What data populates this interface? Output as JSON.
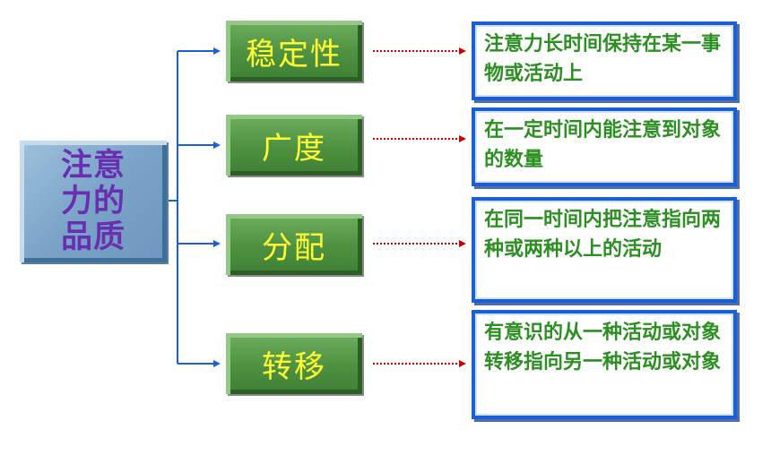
{
  "root": {
    "label": "注意力的品质"
  },
  "nodes": [
    {
      "label": "稳定性",
      "description": "注意力长时间保持在某一事物或活动上"
    },
    {
      "label": "广度",
      "description": "在一定时间内能注意到对象的数量"
    },
    {
      "label": "分配",
      "description": "在同一时间内把注意指向两种或两种以上的活动"
    },
    {
      "label": "转移",
      "description": "有意识的从一种活动或对象转移指向另一种活动或对象"
    }
  ],
  "colors": {
    "root_text": "#6a2fb0",
    "node_text": "#ffff33",
    "description_text": "#2b8f21",
    "connector": "#1a5fd6",
    "dotted_arrow": "#cc0000"
  }
}
